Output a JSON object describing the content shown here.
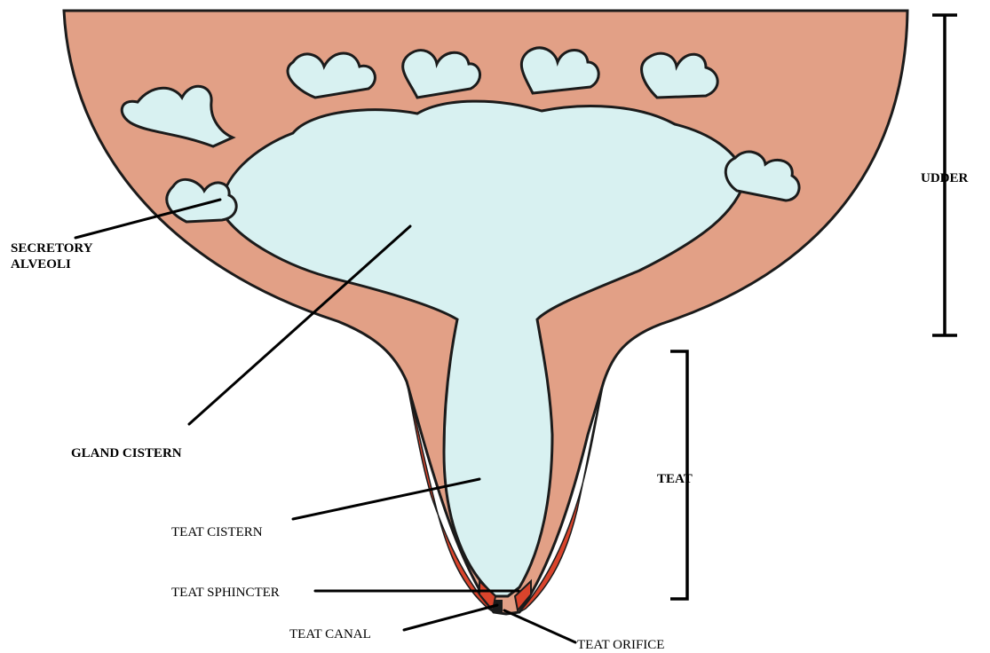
{
  "labels": {
    "udder": "UDDER",
    "secretory_alveoli_line1": "SECRETORY",
    "secretory_alveoli_line2": "ALVEOLI",
    "gland_cistern": "GLAND CISTERN",
    "teat": "TEAT",
    "teat_cistern": "TEAT CISTERN",
    "teat_sphincter": "TEAT SPHINCTER",
    "teat_canal": "TEAT CANAL",
    "teat_orifice": "TEAT ORIFICE"
  },
  "colors": {
    "tissue": "#e2a086",
    "tissue_dark": "#d98c72",
    "lumen": "#d8f1f1",
    "muscle": "#d9442c",
    "outline": "#1b1b1b"
  }
}
